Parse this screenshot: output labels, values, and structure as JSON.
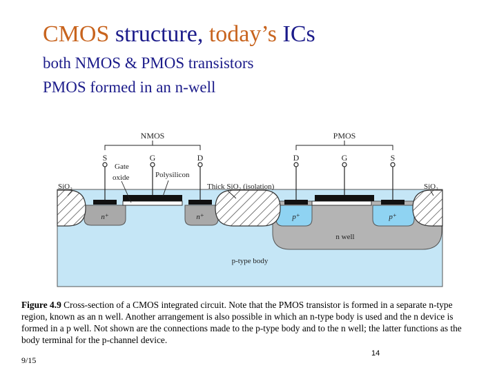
{
  "slide": {
    "title_part1": "CMOS",
    "title_part2": "structure,",
    "title_part3": "today’s",
    "title_part4": "ICs",
    "bullets": [
      "both NMOS & PMOS transistors",
      "PMOS formed in an n-well"
    ],
    "date": "9/15",
    "page_number": "14"
  },
  "diagram": {
    "labels": {
      "nmos": "NMOS",
      "pmos": "PMOS",
      "s_left": "S",
      "g_left": "G",
      "d_left": "D",
      "d_right": "D",
      "g_right": "G",
      "s_right": "S",
      "gate_oxide_1": "Gate",
      "gate_oxide_2": "oxide",
      "polysilicon": "Polysilicon",
      "thick_sio2": "Thick SiO₂ (isolation)",
      "sio2_left": "SiO₂",
      "sio2_right": "SiO₂",
      "n_plus_1": "n⁺",
      "n_plus_2": "n⁺",
      "p_plus_1": "p⁺",
      "p_plus_2": "p⁺",
      "n_well": "n well",
      "p_body": "p-type body"
    },
    "colors": {
      "body": "#c5e6f6",
      "n_region": "#a9a9a9",
      "p_plus": "#8fd3f2",
      "contact": "#111111"
    }
  },
  "caption": {
    "figure_label": "Figure 4.9",
    "text": "Cross-section of a CMOS integrated circuit. Note that the PMOS transistor is formed in a separate n-type region, known as an n well. Another arrangement is also possible in which an n-type body is used and the n device is formed in a p well. Not shown are the connections made to the p-type body and to the n well; the latter functions as the body terminal for the p-channel device."
  }
}
